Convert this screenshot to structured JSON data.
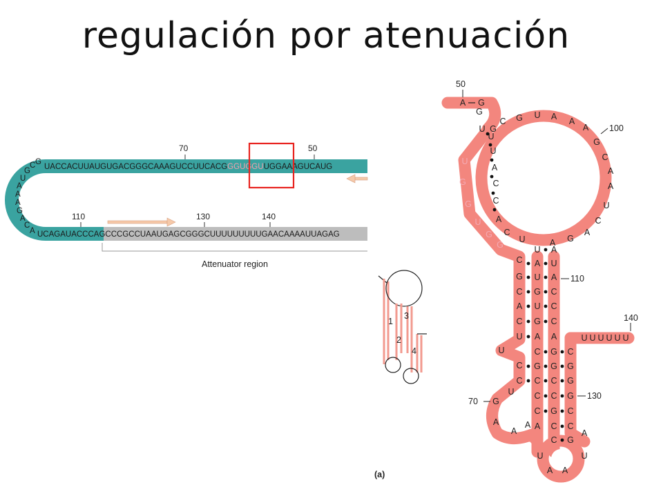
{
  "title": "regulación por atenuación",
  "linear": {
    "top_seq_left": "UACCACUUAUGUGACGGGCAAAGUCCUUCACG",
    "top_seq_mid": "GGUGGU",
    "top_seq_right": "UGGAAAGUCAUG",
    "bottom_seq": "UCAGAUACCCAGCCCGCCUAAUGAGCGGGCUUUUUUUUUGAACAAAAUUAGAG",
    "loop_letters": [
      "G",
      "C",
      "G",
      "U",
      "A",
      "A",
      "A",
      "G",
      "A",
      "C",
      "A"
    ],
    "tick_70": "70",
    "tick_50": "50",
    "tick_110": "110",
    "tick_130": "130",
    "tick_140": "140",
    "region_label": "Attenuator region"
  },
  "schematic": {
    "n1": "1",
    "n2": "2",
    "n3": "3",
    "n4": "4"
  },
  "hairpin": {
    "n50": "50",
    "n100": "100",
    "n110": "110",
    "n140": "140",
    "n70": "70",
    "n130": "130",
    "panel": "(a)",
    "top_A": "A",
    "top_G": "G"
  },
  "colors": {
    "teal": "#3aa3a0",
    "salmon": "#f3867e",
    "gray": "#b9b9b9",
    "highlight_box": "#e8231f"
  }
}
